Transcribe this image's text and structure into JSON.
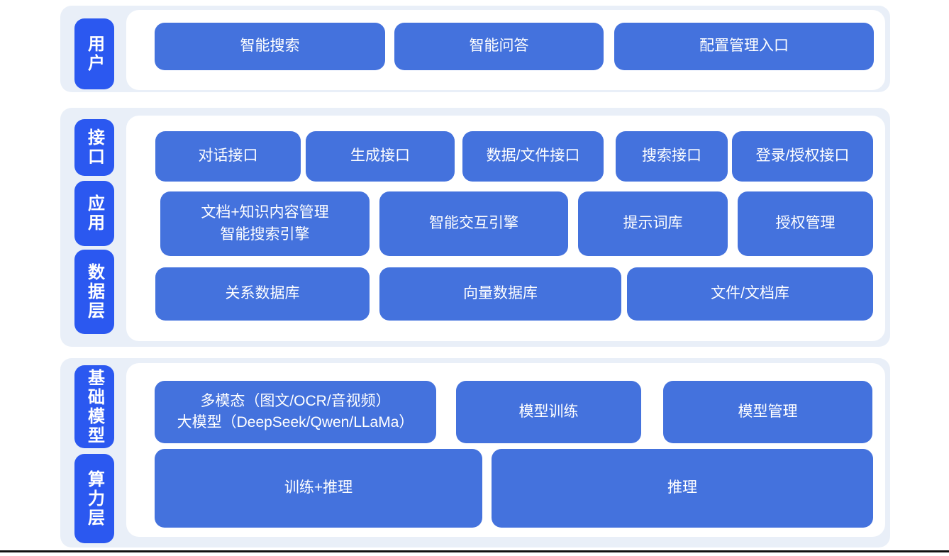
{
  "colors": {
    "section_background": "#e9eff8",
    "layer_label_blue": "#2b58f0",
    "node_blue": "#4472dd",
    "panel_white": "#ffffff",
    "bottom_rule": "#111111"
  },
  "sections": [
    {
      "labels": [
        "用户"
      ],
      "rows": [
        {
          "buttons": [
            "智能搜索",
            "智能问答",
            "配置管理入口"
          ]
        }
      ]
    },
    {
      "labels": [
        "接口",
        "应用",
        "数据层"
      ],
      "rows": [
        {
          "buttons": [
            "对话接口",
            "生成接口",
            "数据/文件接口",
            "搜索接口",
            "登录/授权接口"
          ]
        },
        {
          "buttons": [
            "文档+知识内容管理\n智能搜索引擎",
            "智能交互引擎",
            "提示词库",
            "授权管理"
          ]
        },
        {
          "buttons": [
            "关系数据库",
            "向量数据库",
            "文件/文档库"
          ]
        }
      ]
    },
    {
      "labels": [
        "基础模型",
        "算力层"
      ],
      "rows": [
        {
          "buttons": [
            "多模态（图文/OCR/音视频）\n大模型（DeepSeek/Qwen/LLaMa）",
            "模型训练",
            "模型管理"
          ]
        },
        {
          "buttons": [
            "训练+推理",
            "推理"
          ]
        }
      ]
    }
  ]
}
